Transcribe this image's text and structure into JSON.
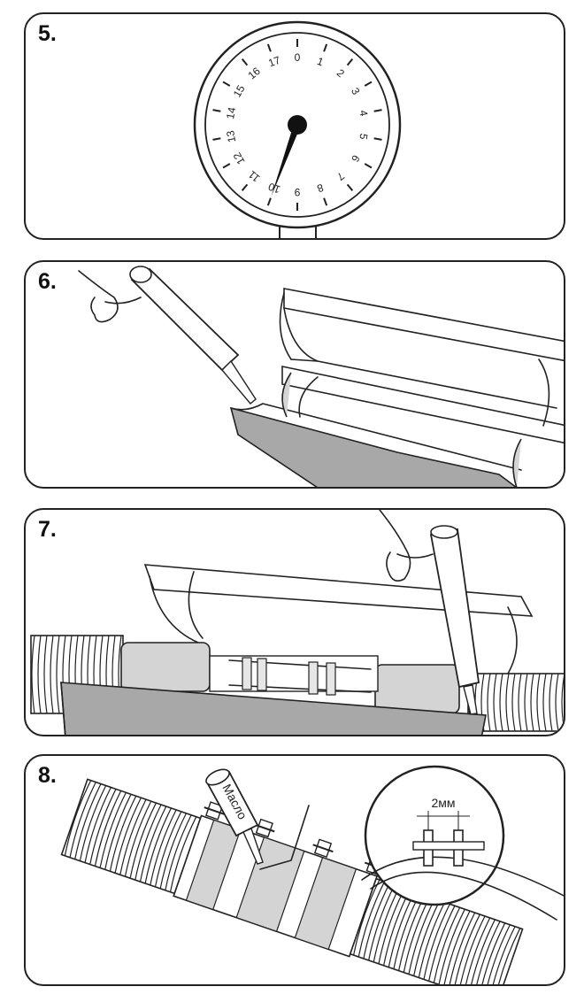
{
  "steps": {
    "s5": {
      "label": "5."
    },
    "s6": {
      "label": "6."
    },
    "s7": {
      "label": "7."
    },
    "s8": {
      "label": "8."
    }
  },
  "gauge": {
    "ticks": [
      "0",
      "1",
      "2",
      "3",
      "4",
      "5",
      "6",
      "7",
      "8",
      "9",
      "10",
      "11",
      "12",
      "13",
      "14",
      "15",
      "16",
      "17"
    ],
    "needle_value": 10
  },
  "oil_can": {
    "label": "Масло"
  },
  "gap_callout": {
    "label": "2мм"
  }
}
